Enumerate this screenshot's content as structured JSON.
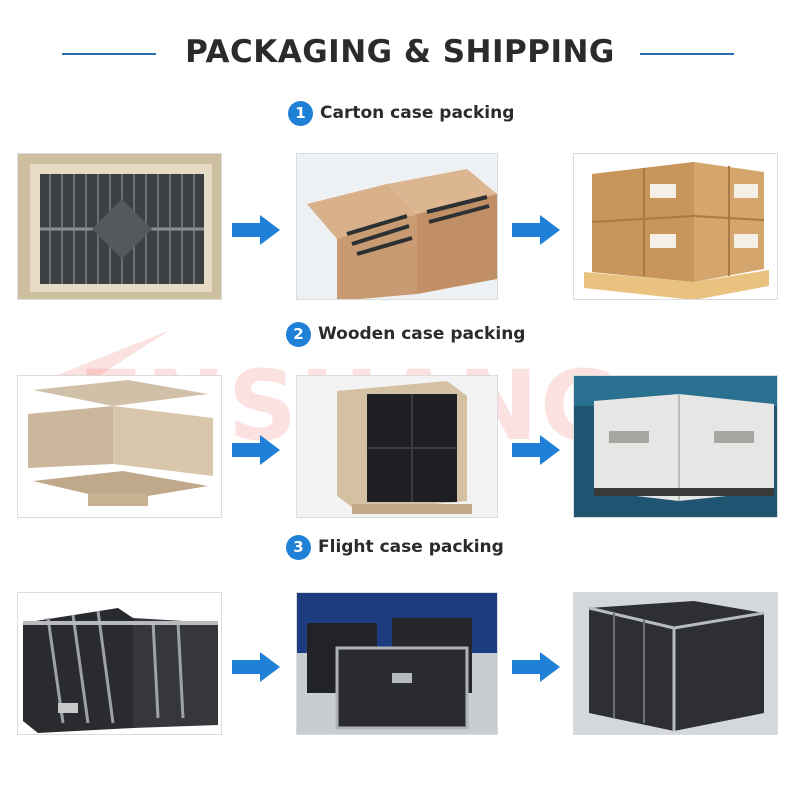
{
  "header": {
    "title": "PACKAGING & SHIPPING"
  },
  "sections": [
    {
      "number": "1",
      "label": "Carton case packing"
    },
    {
      "number": "2",
      "label": "Wooden case packing"
    },
    {
      "number": "3",
      "label": "Flight case packing"
    }
  ],
  "watermark": {
    "text": "ENSHANG"
  },
  "colors": {
    "accent": "#1e80d6",
    "arrow": "#1e80d6",
    "title_line": "#2a6fae"
  }
}
